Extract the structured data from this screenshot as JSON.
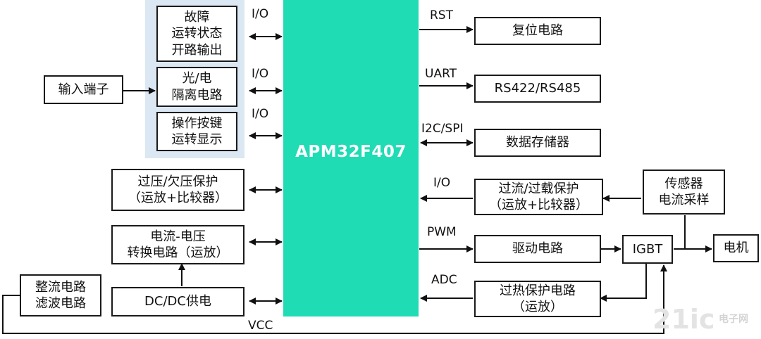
{
  "mcu": {
    "label": "APM32F407"
  },
  "left_panel": {
    "fault": "故障\n运转状态\n开路输出",
    "opto": "光/电\n隔离电路",
    "keys": "操作按键\n运转显示"
  },
  "left": {
    "input": "输入端子",
    "ovp": "过压/欠压保护\n（运放+比较器）",
    "iv": "电流-电压\n转换电路（运放）",
    "dcdc": "DC/DC供电",
    "rect": "整流电路\n滤波电路"
  },
  "right": {
    "reset": "复位电路",
    "rs": "RS422/RS485",
    "storage": "数据存储器",
    "ocp": "过流/过载保护\n（运放+比较器）",
    "sensor": "传感器\n电流采样",
    "driver": "驱动电路",
    "igbt": "IGBT",
    "motor": "电机",
    "thermal": "过热保护电路\n（运放）"
  },
  "signals": {
    "io1": "I/O",
    "io2": "I/O",
    "io3": "I/O",
    "rst": "RST",
    "uart": "UART",
    "i2c": "I2C/SPI",
    "io4": "I/O",
    "pwm": "PWM",
    "adc": "ADC",
    "vcc": "VCC"
  },
  "watermark": {
    "logo": "21ic",
    "brand": "电子网"
  }
}
